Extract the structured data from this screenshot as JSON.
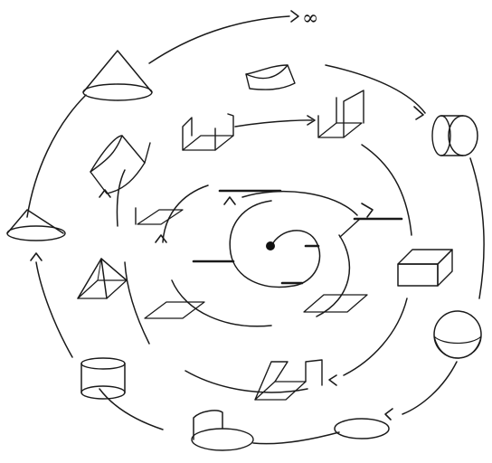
{
  "diagram": {
    "infinity_label": "∞",
    "colors": {
      "ink": "#1a1a1a",
      "shade": "#8d8d8d",
      "paper": "#ffffff"
    },
    "spiral_turns": 4,
    "shapes": [
      "center-point",
      "short-line-segment-1",
      "short-line-segment-2",
      "long-line-segment-top",
      "line-segment-right",
      "line-segment-left",
      "plane-bottom-left",
      "plane-bottom-right",
      "plane-left",
      "folded-plane-top",
      "folded-plane-bottom",
      "box-open-top",
      "curved-sheet-top",
      "curved-sheet-left",
      "pyramid",
      "cone",
      "cone-flat",
      "cylinder",
      "half-cylinder",
      "cylinder-sideways",
      "cube-box",
      "sphere",
      "disk"
    ]
  }
}
